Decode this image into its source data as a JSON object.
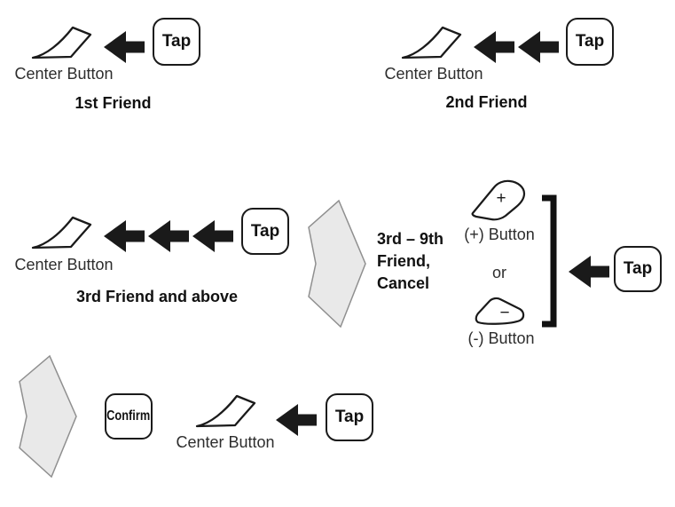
{
  "labels": {
    "center_button": "Center Button",
    "tap": "Tap",
    "confirm": "Confirm",
    "or": "or",
    "plus_button": "(+) Button",
    "minus_button": "(-) Button",
    "plus_sign": "+",
    "minus_sign": "−"
  },
  "steps": {
    "first_friend": "1st Friend",
    "second_friend": "2nd Friend",
    "third_friend": "3rd Friend and above",
    "selection": "3rd – 9th\nFriend,\nCancel"
  },
  "icons": {
    "center_button": "center-button-icon",
    "tap_arrow": "tap-arrow-icon",
    "flow_arrow": "flow-arrow-icon",
    "plus_button": "plus-button-icon",
    "minus_button": "minus-button-icon",
    "bracket": "selection-bracket-icon"
  },
  "colors": {
    "ink": "#1a1a1a",
    "label_text": "#2d2d2d",
    "flow_arrow_fill": "#e9e9e9",
    "flow_arrow_stroke": "#8f8f8f",
    "background": "#ffffff"
  }
}
